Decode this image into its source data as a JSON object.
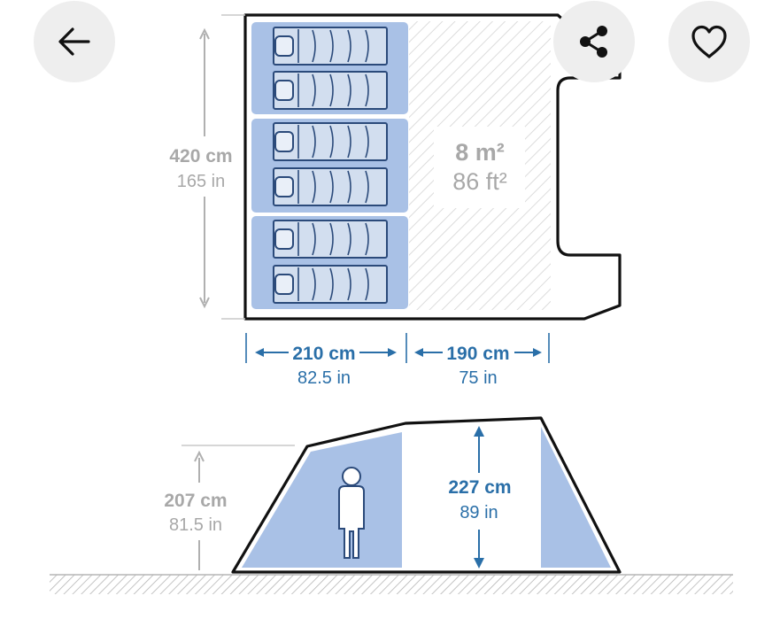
{
  "icons": {
    "back": "arrow-left-icon",
    "share": "share-icon",
    "favorite": "heart-icon"
  },
  "colors": {
    "room_fill": "#a9c1e6",
    "accent_blue": "#2a6fa8",
    "dim_gray": "#a8a8a8",
    "outline": "#111111",
    "button_bg": "#eeeeee"
  },
  "floor_plan": {
    "depth_cm": "420 cm",
    "depth_in": "165 in",
    "area_m2": "8 m²",
    "area_ft2": "86 ft²",
    "room_width_cm": "210 cm",
    "room_width_in": "82.5 in",
    "living_width_cm": "190 cm",
    "living_width_in": "75 in",
    "sleeping_pads": 6
  },
  "side_view": {
    "room_height_cm": "207 cm",
    "room_height_in": "81.5 in",
    "living_height_cm": "227 cm",
    "living_height_in": "89 in"
  }
}
